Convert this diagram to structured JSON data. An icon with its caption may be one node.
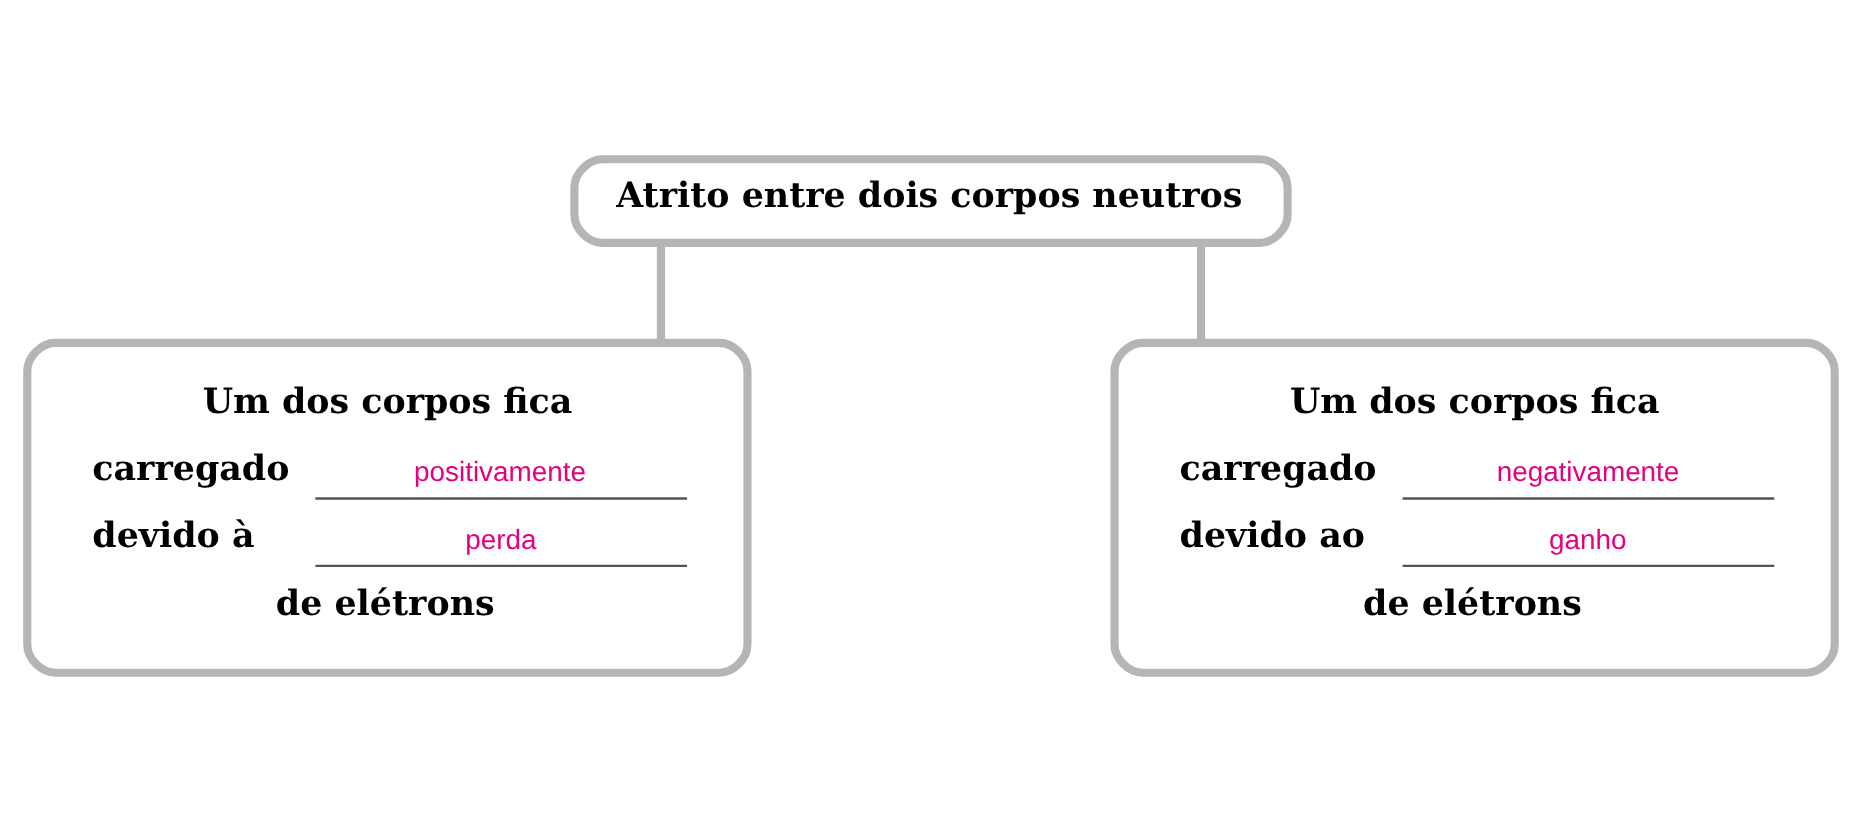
{
  "diagram": {
    "nodes": [
      {
        "text": [
          "Atrito entre dois corpos neutros"
        ]
      },
      {
        "text": [
          "Um dos corpos fica",
          "carregado",
          "positivamente",
          "devido à",
          "perda",
          "de elétrons"
        ]
      },
      {
        "text": [
          "Um dos corpos fica",
          "carregado",
          "negativamente",
          "devido ao",
          "ganho",
          "de elétrons"
        ]
      }
    ],
    "edges": [
      {
        "from": 0,
        "to": 1,
        "arrow": "none"
      },
      {
        "from": 0,
        "to": 2,
        "arrow": "none"
      }
    ]
  }
}
